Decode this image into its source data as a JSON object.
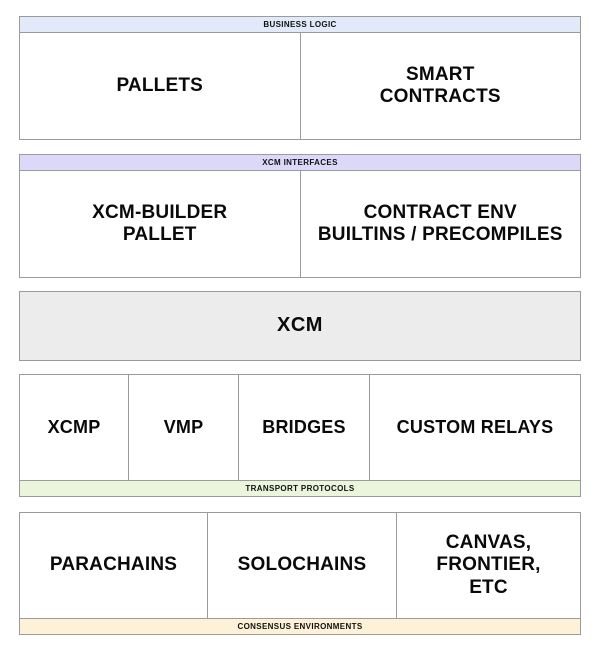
{
  "diagram": {
    "title": "XCM / Polkadot consensus stack layers",
    "layers": [
      {
        "id": "business-logic",
        "band_label": "BUSINESS LOGIC",
        "band_position": "top",
        "band_color": "#e2eafa",
        "cells": [
          {
            "name": "pallets",
            "label": "PALLETS"
          },
          {
            "name": "smart-contracts",
            "label": "SMART\nCONTRACTS"
          }
        ]
      },
      {
        "id": "xcm-interfaces",
        "band_label": "XCM INTERFACES",
        "band_position": "top",
        "band_color": "#dcd8fa",
        "cells": [
          {
            "name": "xcm-builder-pallet",
            "label": "XCM-BUILDER\nPALLET"
          },
          {
            "name": "contract-env-builtins-precompiles",
            "label": "CONTRACT ENV\nBUILTINS / PRECOMPILES"
          }
        ]
      },
      {
        "id": "xcm",
        "band_label": "",
        "band_position": "none",
        "band_color": "#ececec",
        "cells": [
          {
            "name": "xcm",
            "label": "XCM"
          }
        ]
      },
      {
        "id": "transport",
        "band_label": "TRANSPORT PROTOCOLS",
        "band_position": "bottom",
        "band_color": "#eaf5dc",
        "cells": [
          {
            "name": "xcmp",
            "label": "XCMP"
          },
          {
            "name": "vmp",
            "label": "VMP"
          },
          {
            "name": "bridges",
            "label": "BRIDGES"
          },
          {
            "name": "custom-relays",
            "label": "CUSTOM RELAYS"
          }
        ]
      },
      {
        "id": "consensus",
        "band_label": "CONSENSUS ENVIRONMENTS",
        "band_position": "bottom",
        "band_color": "#fdf2d8",
        "cells": [
          {
            "name": "parachains",
            "label": "PARACHAINS"
          },
          {
            "name": "solochains",
            "label": "SOLOCHAINS"
          },
          {
            "name": "canvas-frontier-etc",
            "label": "CANVAS,\nFRONTIER,\nETC"
          }
        ]
      }
    ]
  }
}
